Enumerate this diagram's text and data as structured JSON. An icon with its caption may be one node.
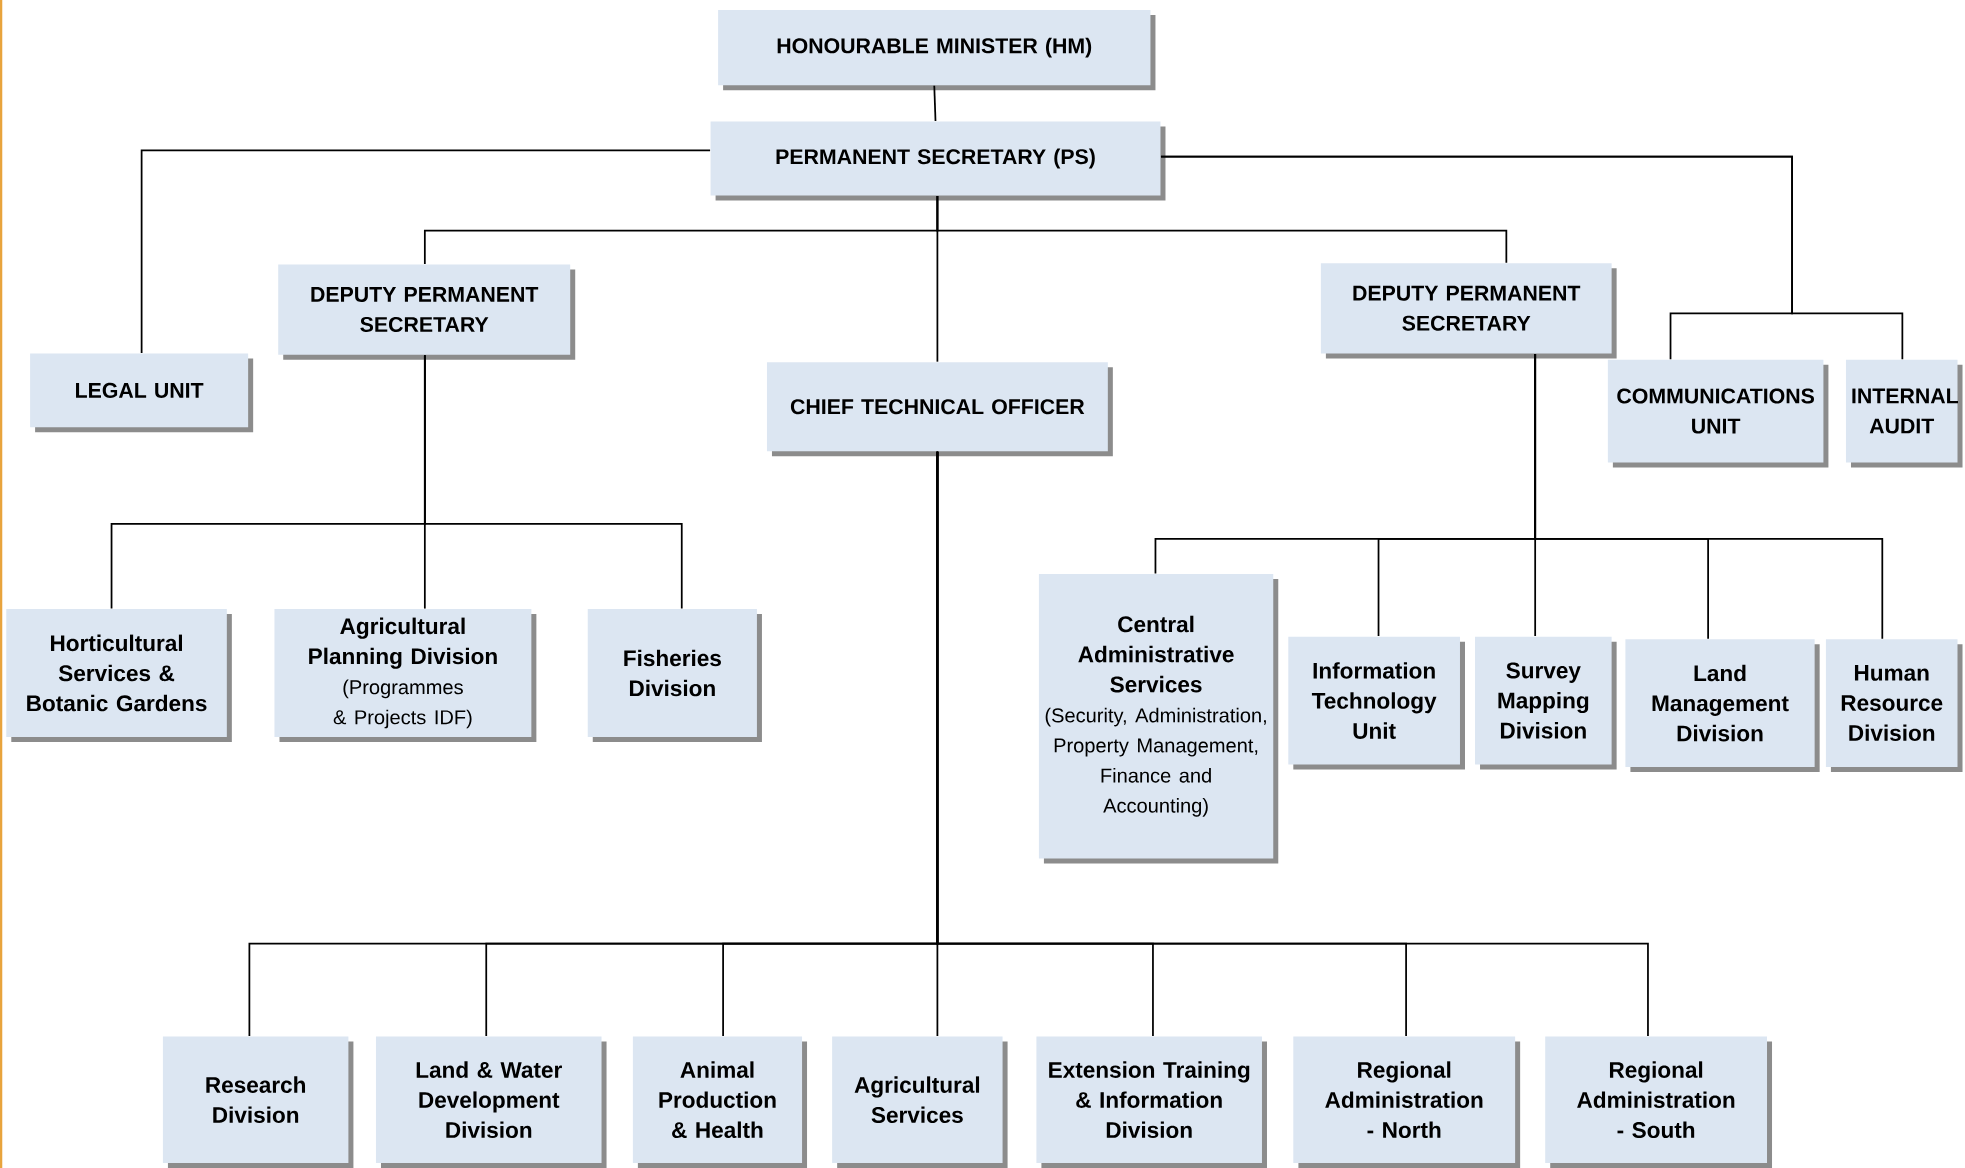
{
  "diagram": {
    "nodes": [
      {
        "text": [
          "HONOURABLE MINISTER (HM)"
        ]
      },
      {
        "text": [
          "PERMANENT SECRETARY (PS)"
        ]
      },
      {
        "text": [
          "LEGAL UNIT"
        ]
      },
      {
        "text": [
          "DEPUTY PERMANENT SECRETARY"
        ]
      },
      {
        "text": [
          "CHIEF TECHNICAL OFFICER"
        ]
      },
      {
        "text": [
          "DEPUTY PERMANENT SECRETARY"
        ]
      },
      {
        "text": [
          "COMMUNICATIONS UNIT"
        ]
      },
      {
        "text": [
          "INTERNAL AUDIT"
        ]
      },
      {
        "text": [
          "Horticultural Services & Botanic Gardens"
        ]
      },
      {
        "text": [
          "Agricultural Planning Division",
          "(Programmes & Projects IDF)"
        ]
      },
      {
        "text": [
          "Fisheries Division"
        ]
      },
      {
        "text": [
          "Central Administrative Services",
          "(Security, Administration, Property Management, Finance and Accounting)"
        ]
      },
      {
        "text": [
          "Information Technology Unit"
        ]
      },
      {
        "text": [
          "Survey Mapping Division"
        ]
      },
      {
        "text": [
          "Land Management Division"
        ]
      },
      {
        "text": [
          "Human Resource Division"
        ]
      },
      {
        "text": [
          "Research Division"
        ]
      },
      {
        "text": [
          "Land & Water Development Division"
        ]
      },
      {
        "text": [
          "Animal Production & Health"
        ]
      },
      {
        "text": [
          "Agricultural Services"
        ]
      },
      {
        "text": [
          "Extension Training & Information Division"
        ]
      },
      {
        "text": [
          "Regional Administration - North"
        ]
      },
      {
        "text": [
          "Regional Administration - South"
        ]
      }
    ],
    "edges": [
      {
        "from": 0,
        "to": 1,
        "arrow": "none"
      },
      {
        "from": 1,
        "to": 2,
        "arrow": "none"
      },
      {
        "from": 1,
        "to": 3,
        "arrow": "none"
      },
      {
        "from": 1,
        "to": 5,
        "arrow": "none"
      },
      {
        "from": 1,
        "to": 4,
        "arrow": "none"
      },
      {
        "from": 1,
        "to": 6,
        "arrow": "none"
      },
      {
        "from": 1,
        "to": 7,
        "arrow": "none"
      },
      {
        "from": 3,
        "to": 8,
        "arrow": "none"
      },
      {
        "from": 3,
        "to": 9,
        "arrow": "none"
      },
      {
        "from": 3,
        "to": 10,
        "arrow": "none"
      },
      {
        "from": 5,
        "to": 11,
        "arrow": "none"
      },
      {
        "from": 5,
        "to": 12,
        "arrow": "none"
      },
      {
        "from": 5,
        "to": 13,
        "arrow": "none"
      },
      {
        "from": 5,
        "to": 14,
        "arrow": "none"
      },
      {
        "from": 5,
        "to": 15,
        "arrow": "none"
      },
      {
        "from": 4,
        "to": 16,
        "arrow": "none"
      },
      {
        "from": 4,
        "to": 17,
        "arrow": "none"
      },
      {
        "from": 4,
        "to": 18,
        "arrow": "none"
      },
      {
        "from": 4,
        "to": 19,
        "arrow": "none"
      },
      {
        "from": 4,
        "to": 20,
        "arrow": "none"
      },
      {
        "from": 4,
        "to": 21,
        "arrow": "none"
      },
      {
        "from": 4,
        "to": 22,
        "arrow": "none"
      }
    ]
  }
}
